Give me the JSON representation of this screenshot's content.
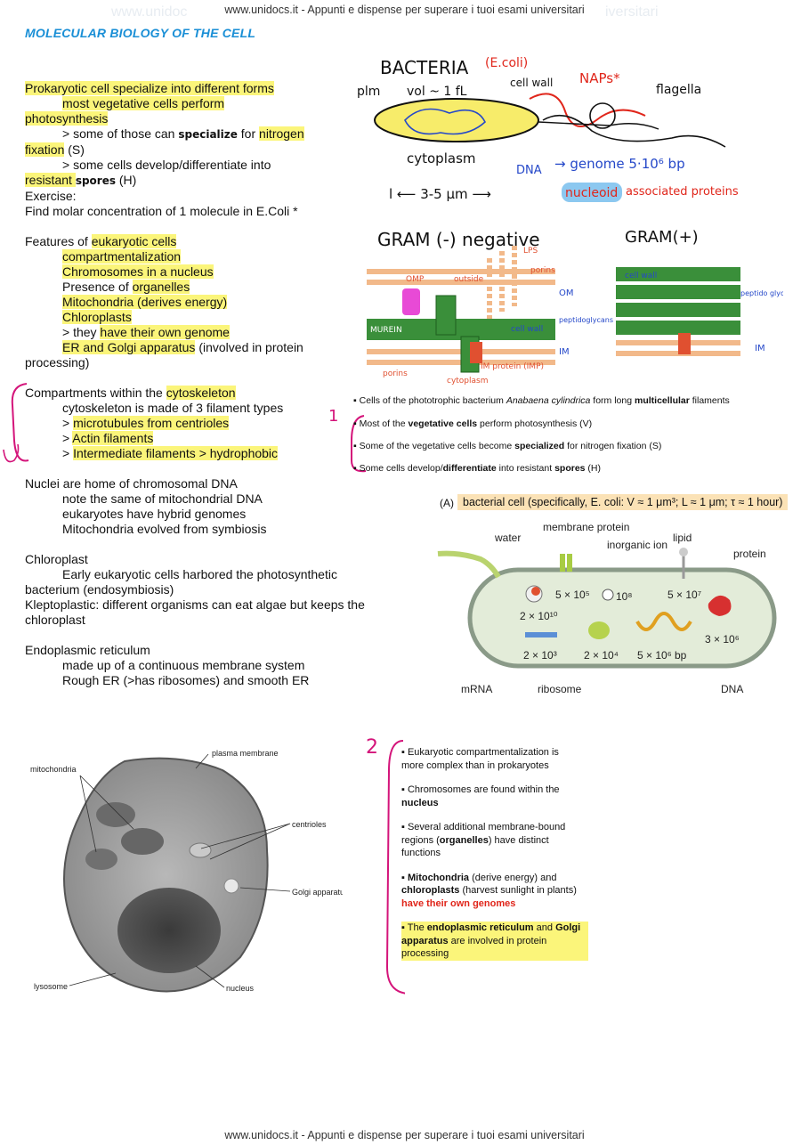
{
  "header": {
    "site": "www.unidocs.it - Appunti e dispense per superare i tuoi esami universitari"
  },
  "title": "MOLECULAR BIOLOGY OF THE CELL",
  "notes": {
    "l1": "Prokaryotic cell specialize into different forms",
    "l2": "most vegetative cells perform",
    "l3": "photosynthesis",
    "l4a": "> some of those can ",
    "l4b": "specialize",
    "l4c": " for ",
    "l4d": "nitrogen",
    "l5a": "fixation",
    "l5b": " (S)",
    "l6": "> some cells develop/differentiate into",
    "l7a": "resistant ",
    "l7b": "spores",
    "l7c": " (H)",
    "l8": "Exercise:",
    "l9": "Find molar concentration of 1 molecule in E.Coli *",
    "l10a": "Features of ",
    "l10b": "eukaryotic cells",
    "l11": "compartmentalization",
    "l12": "Chromosomes in a nucleus",
    "l13a": "Presence of ",
    "l13b": "organelles",
    "l14": "Mitochondria (derives energy)",
    "l15": "Chloroplasts",
    "l16a": "> they ",
    "l16b": "have their own genome",
    "l17a": "ER and Golgi apparatus",
    "l17b": " (involved in protein",
    "l18": "processing)",
    "l19a": "Compartments within the ",
    "l19b": "cytoskeleton",
    "l20": "cytoskeleton is made of 3 filament types",
    "l21a": "> ",
    "l21b": "microtubules from centrioles",
    "l22a": "> ",
    "l22b": "Actin filaments",
    "l23a": "> ",
    "l23b": "Intermediate filaments > hydrophobic",
    "l24": "Nuclei are home of chromosomal DNA",
    "l25": " note the same of mitochondrial DNA",
    "l26": "eukaryotes have hybrid genomes",
    "l27": "Mitochondria evolved from symbiosis",
    "l28": "Chloroplast",
    "l29": "Early eukaryotic cells harbored the photosynthetic",
    "l30": "bacterium (endosymbiosis)",
    "l31": "Kleptoplastic: different organisms can eat algae but keeps the",
    "l32": "chloroplast",
    "l33": "Endoplasmic reticulum",
    "l34": "made up of a continuous membrane system",
    "l35": "Rough ER (>has ribosomes) and smooth ER"
  },
  "sketch_bacteria": {
    "title": "BACTERIA",
    "ecoli": "(E.coli)",
    "naps": "NAPs*",
    "plm": "plm",
    "vol": "vol ~ 1 fL",
    "cell_wall": "cell wall",
    "flagella": "flagella",
    "cytoplasm": "cytoplasm",
    "dna": "DNA",
    "genome": "→ genome 5·10⁶ bp",
    "length": "l ⟵ 3-5 μm ⟶",
    "nucleoid": "nucleoid",
    "nap_full": "associated proteins"
  },
  "sketch_gram": {
    "neg_title": "GRAM (-) negative",
    "pos_title": "GRAM(+)",
    "lps": "LPS",
    "porins_top": "porins",
    "omp": "OMP",
    "outside": "outside",
    "om": "OM",
    "peptido": "peptidoglycans",
    "murein": "MUREIN",
    "cell_wall": "cell wall",
    "im": "IM",
    "porins": "porins",
    "im_protein": "IM protein (IMP)",
    "cytoplasm": "cytoplasm",
    "pos_cell_wall": "cell wall",
    "pos_peptido": "peptido glycans",
    "pos_im": "IM"
  },
  "slide1": {
    "b1a": "Cells of the phototrophic bacterium ",
    "b1b": "Anabaena cylindrica",
    "b1c": " form long ",
    "b1d": "multicellular",
    "b1e": " filaments",
    "b2a": "Most of the ",
    "b2b": "vegetative cells",
    "b2c": " perform photosynthesis (V)",
    "b3a": "Some of the vegetative cells become ",
    "b3b": "specialized",
    "b3c": " for nitrogen fixation (S)",
    "b4a": "Some cells develop/",
    "b4b": "differentiate",
    "b4c": " into resistant ",
    "b4d": "spores",
    "b4e": " (H)",
    "mark": "1"
  },
  "figA": {
    "label": "(A)",
    "caption": "bacterial cell (specifically, E. coli: V ≈ 1 μm³; L ≈ 1 μm; τ ≈ 1 hour)",
    "water": "water",
    "membrane_protein": "membrane protein",
    "inorganic_ion": "inorganic ion",
    "lipid": "lipid",
    "protein": "protein",
    "v_water": "2 × 10¹⁰",
    "v_memb": "5 × 10⁵",
    "v_ion": "10⁸",
    "v_lipid": "5 × 10⁷",
    "v_protein": "3 × 10⁶",
    "v_mrna": "2 × 10³",
    "v_ribo": "2 × 10⁴",
    "v_dna": "5 × 10⁶ bp",
    "mrna": "mRNA",
    "ribosome": "ribosome",
    "dna": "DNA"
  },
  "micrograph": {
    "mitochondria": "mitochondria",
    "plasma_membrane": "plasma membrane",
    "centrioles": "centrioles",
    "golgi": "Golgi apparatus",
    "lysosome": "lysosome",
    "nucleus": "nucleus"
  },
  "slide2": {
    "mark": "2",
    "p1": "Eukaryotic compartmentalization is more complex than in prokaryotes",
    "p2a": "Chromosomes are found within the ",
    "p2b": "nucleus",
    "p3a": "Several additional membrane-bound regions (",
    "p3b": "organelles",
    "p3c": ") have distinct functions",
    "p4a": "Mitochondria",
    "p4b": " (derive energy) and ",
    "p4c": "chloroplasts",
    "p4d": " (harvest sunlight in plants) ",
    "p4e": "have their own genomes",
    "p5a": "The ",
    "p5b": "endoplasmic reticulum",
    "p5c": " and ",
    "p5d": "Golgi apparatus",
    "p5e": " are involved in protein processing"
  },
  "colors": {
    "title_blue": "#1a8fd6",
    "highlight": "#fbf57a",
    "pen_magenta": "#d4147a",
    "pen_red": "#e0261b",
    "pen_blue": "#2548c9"
  }
}
